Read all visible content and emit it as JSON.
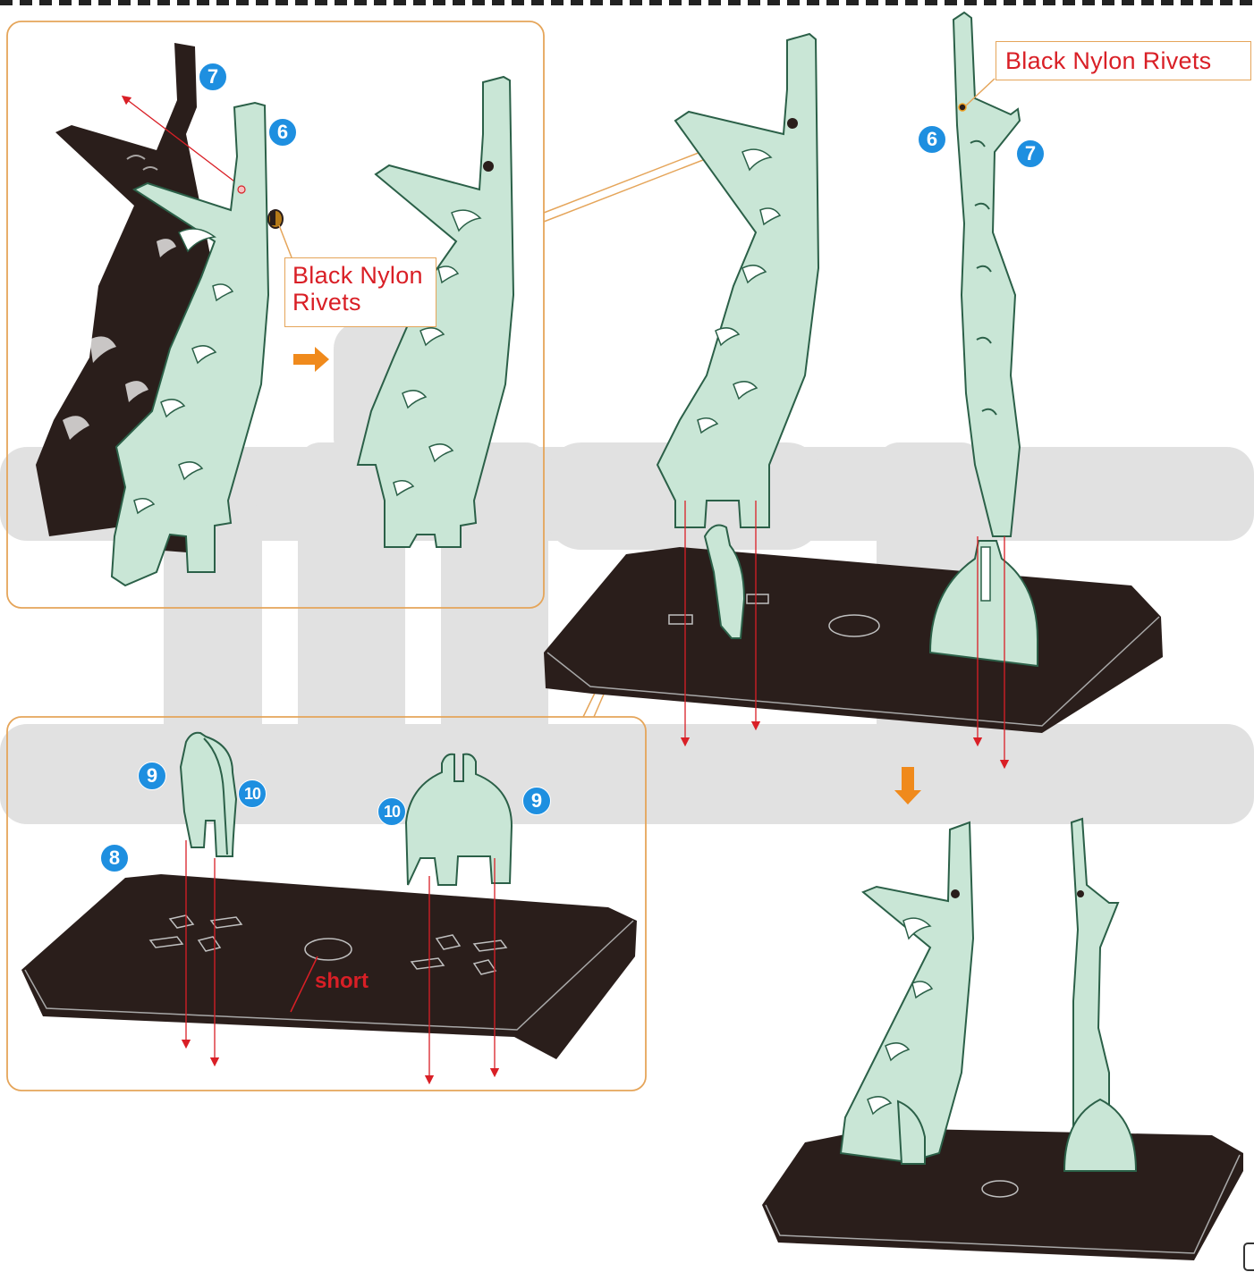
{
  "colors": {
    "panel_fill": "#c9e6d6",
    "panel_edge": "#2b6048",
    "dark_part": "#2a1e1b",
    "frame": "#e5a55a",
    "guide_red": "#d91f26",
    "badge_blue": "#1e8fe0",
    "arrow_orange": "#f08a1c",
    "watermark": "#dcdcdc"
  },
  "callouts": {
    "rivets_top": "Black Nylon Rivets",
    "rivets_left_line1": "Black Nylon",
    "rivets_left_line2": "Rivets",
    "short": "short"
  },
  "part_numbers": {
    "p7_top": "7",
    "p6_top": "6",
    "p6_side": "6",
    "p7_side": "7",
    "p9_left": "9",
    "p10_left": "10",
    "p8_base": "8",
    "p10_right": "10",
    "p9_right": "9"
  },
  "icons": {
    "step_arrow_right": "arrow-right-icon",
    "step_arrow_down": "arrow-down-icon"
  }
}
